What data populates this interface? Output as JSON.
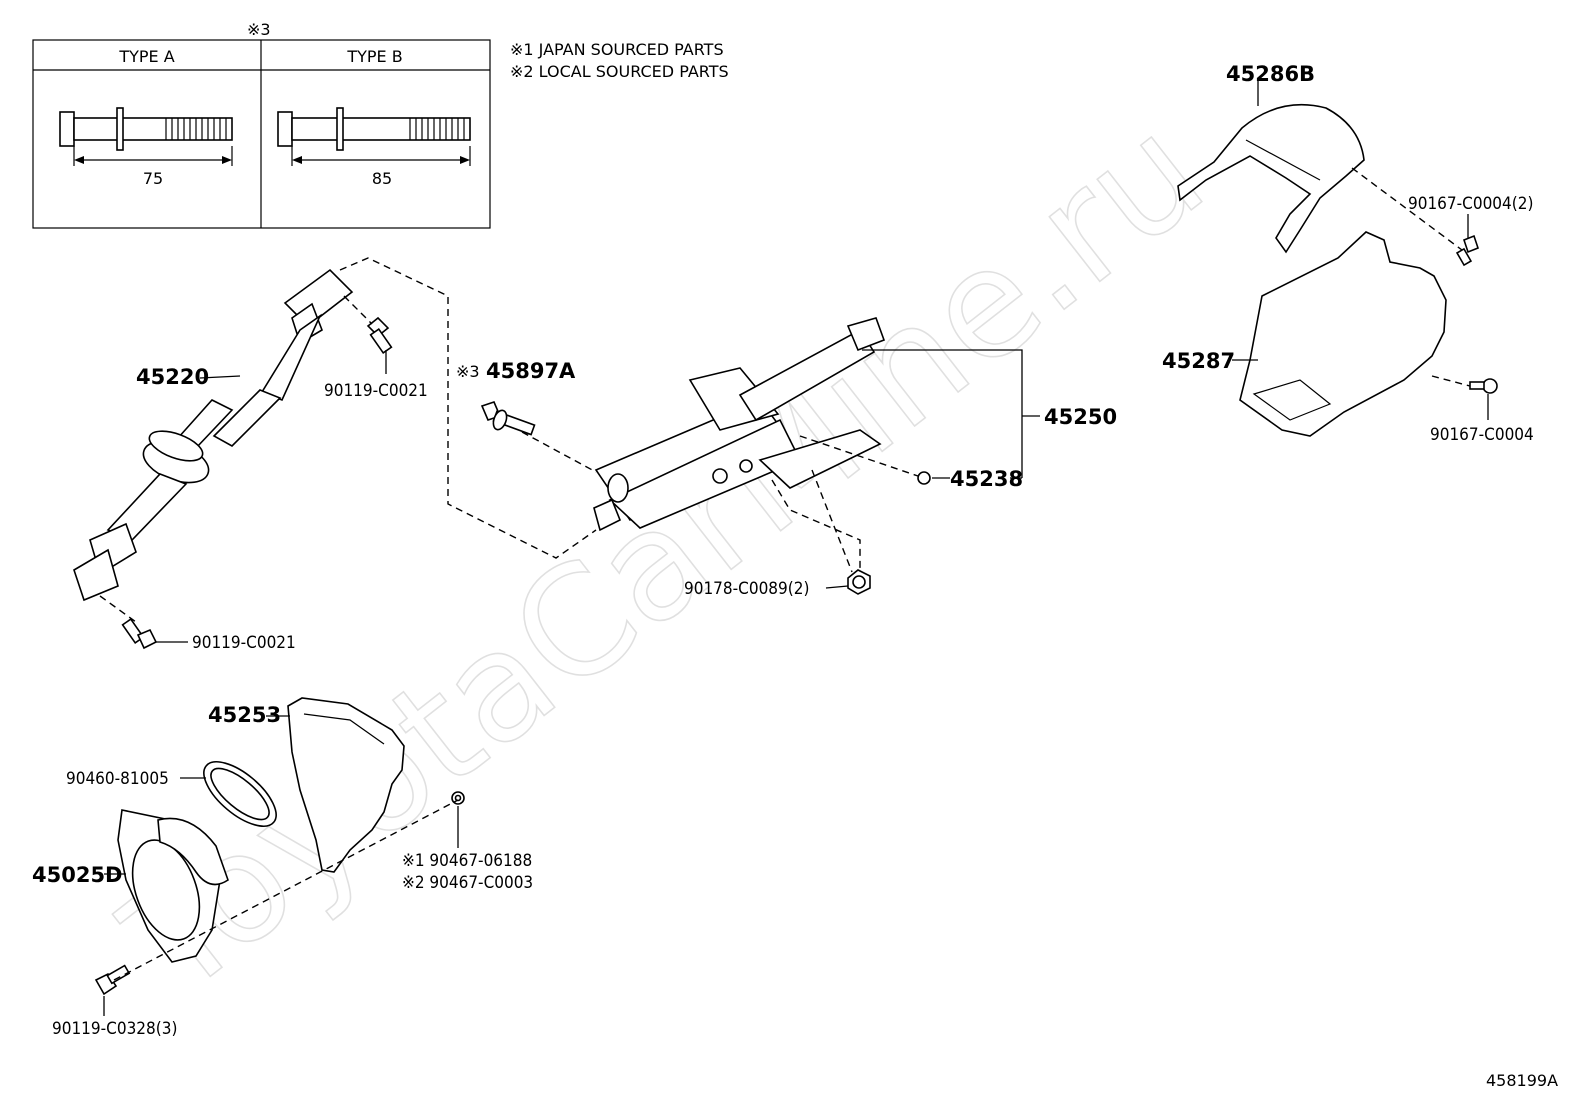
{
  "watermark": "ToyotaCarMine.ru",
  "inset": {
    "ref_mark": "※3",
    "type_a": {
      "label": "TYPE A",
      "length": "75"
    },
    "type_b": {
      "label": "TYPE B",
      "length": "85"
    }
  },
  "notes": {
    "japan": "※1 JAPAN SOURCED PARTS",
    "local": "※2 LOCAL SOURCED PARTS"
  },
  "parts": {
    "p45286B": "45286B",
    "p90167_c0004_2": "90167-C0004(2)",
    "p45287": "45287",
    "p90167_c0004": "90167-C0004",
    "p45220": "45220",
    "p90119_c0021_top": "90119-C0021",
    "p90119_c0021_bot": "90119-C0021",
    "p45897A_mark": "※3",
    "p45897A": "45897A",
    "p45250": "45250",
    "p45238": "45238",
    "p90178_c0089": "90178-C0089(2)",
    "p45253": "45253",
    "p90460_81005": "90460-81005",
    "p45025D": "45025D",
    "p90467_06188": "※1 90467-06188",
    "p90467_c0003": "※2 90467-C0003",
    "p90119_c0328": "90119-C0328(3)"
  },
  "diagram_id": "458199A"
}
